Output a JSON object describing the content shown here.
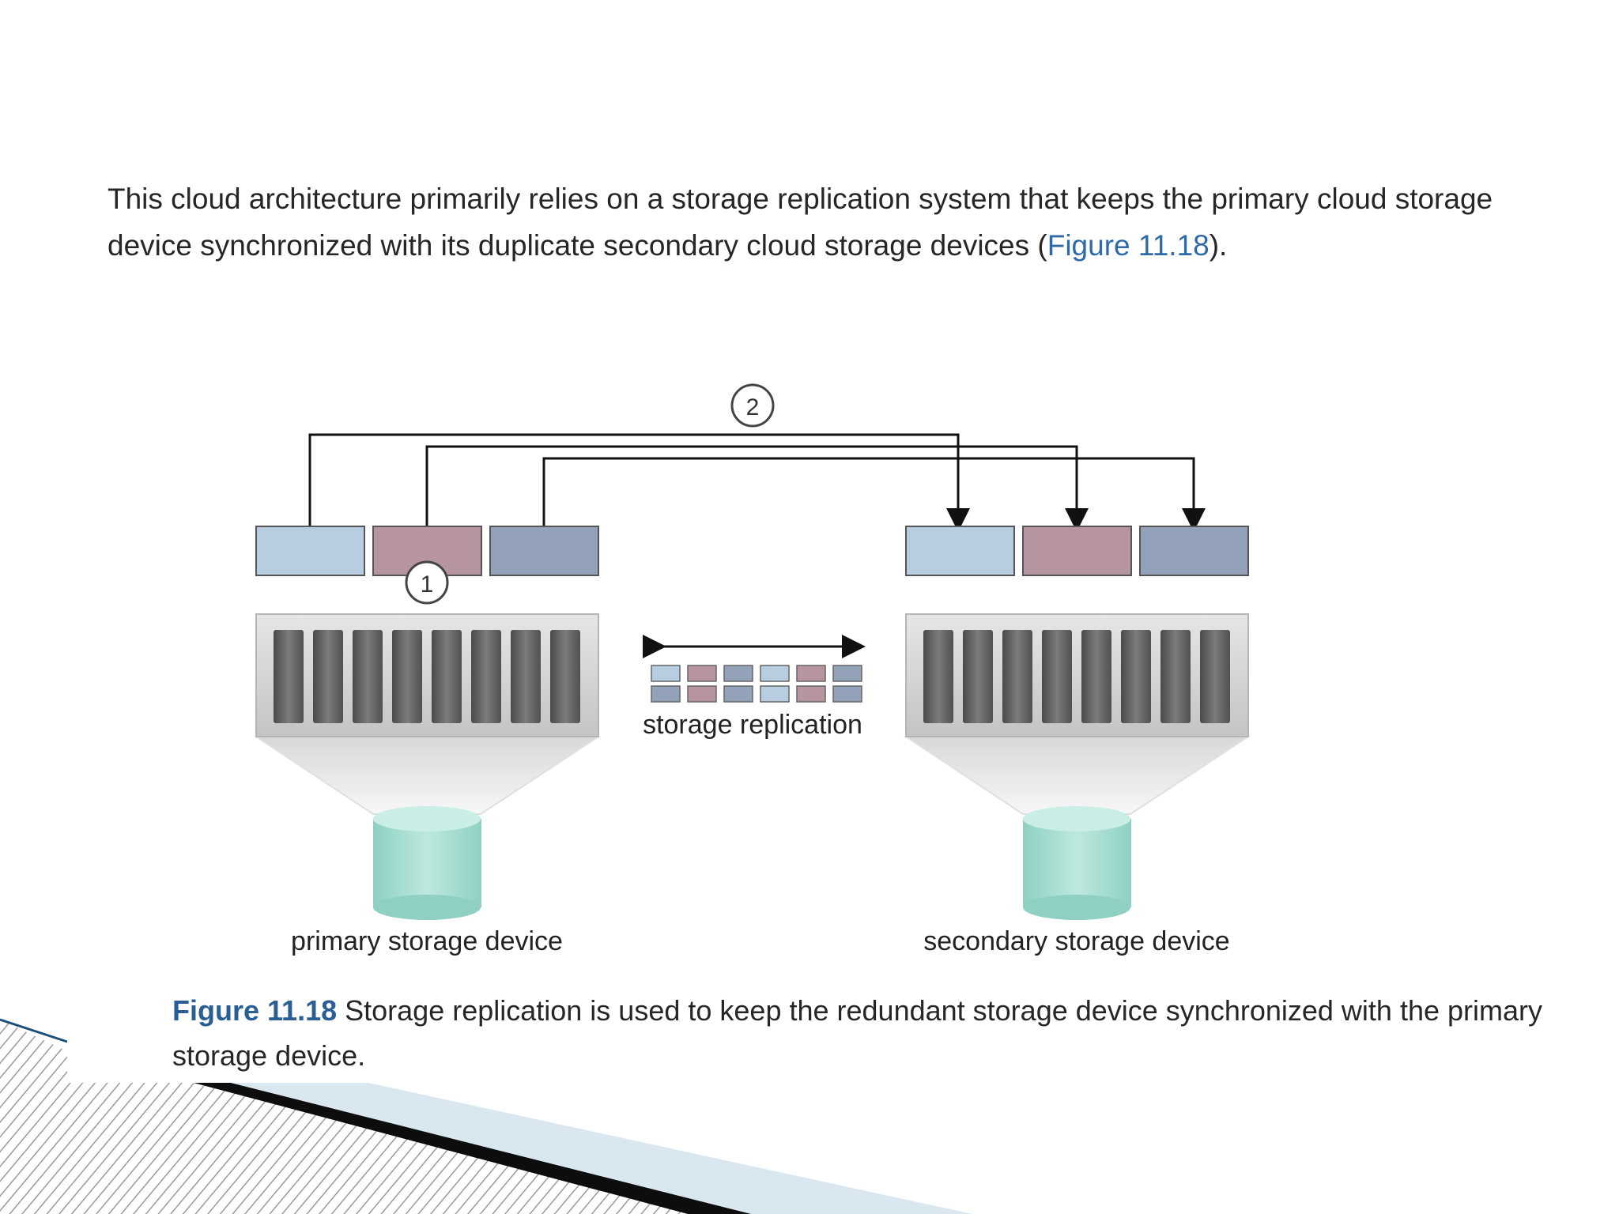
{
  "intro": {
    "text": "This cloud architecture primarily relies on a storage replication system that keeps the primary cloud storage device synchronized with its duplicate secondary cloud storage devices (",
    "link": "Figure 11.18",
    "end": ")."
  },
  "diagram": {
    "step_markers": [
      "1",
      "2"
    ],
    "replication_label": "storage replication",
    "primary_label": "primary storage device",
    "secondary_label": "secondary storage device",
    "block_colors": [
      "#b9cde0",
      "#b7959f",
      "#93a1b9"
    ],
    "cylinder_color": "#a8ddd2"
  },
  "caption": {
    "label": "Figure 11.18",
    "text": "Storage replication is used to keep the redundant storage device synchronized with the primary storage device."
  }
}
